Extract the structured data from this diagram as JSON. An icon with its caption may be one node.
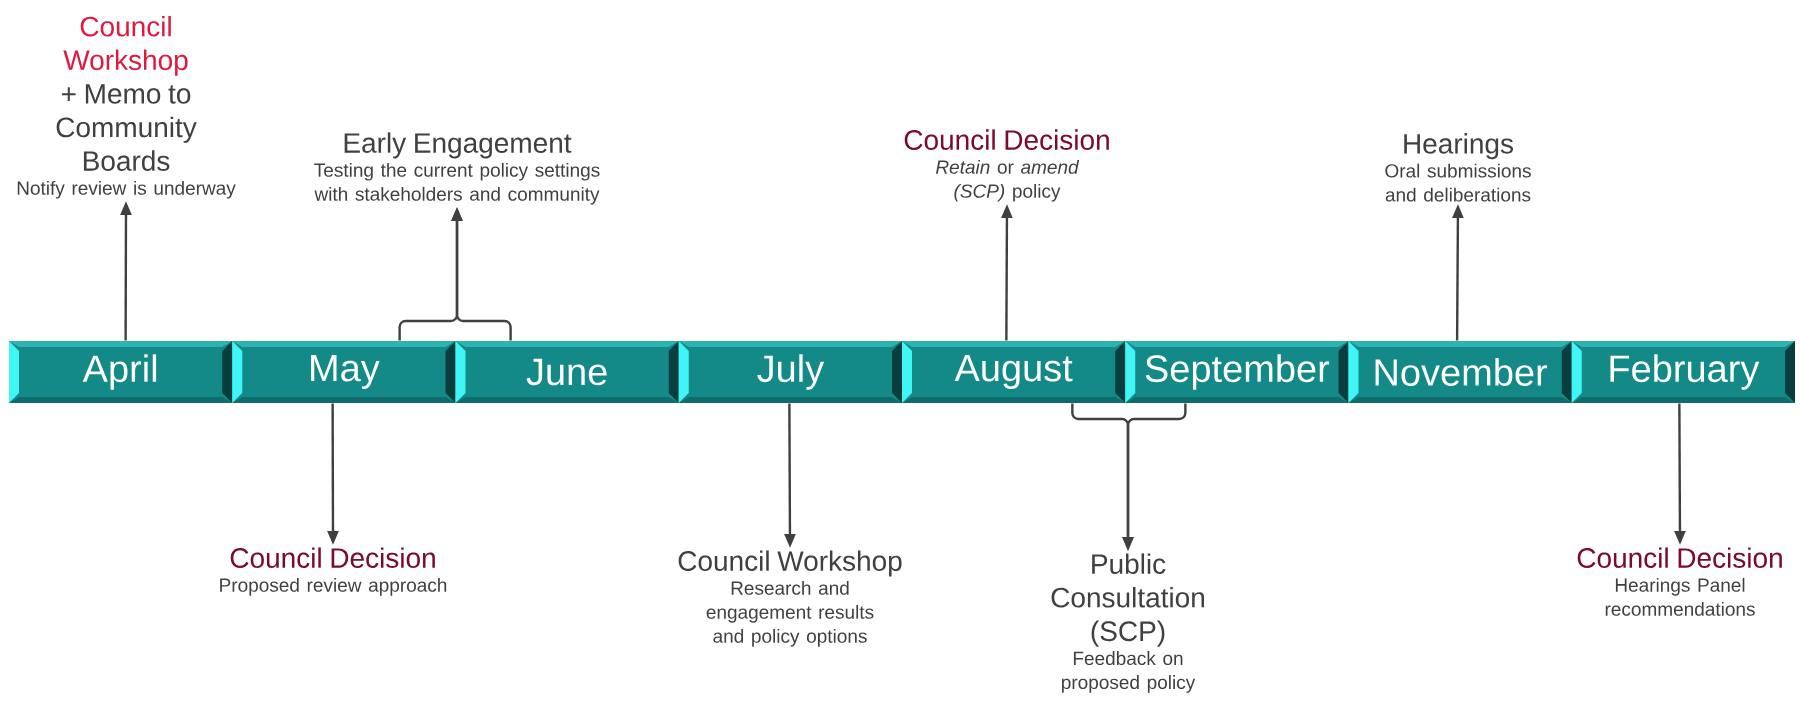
{
  "diagram": {
    "nodes": [
      {
        "text": [
          "April"
        ]
      },
      {
        "text": [
          "May"
        ]
      },
      {
        "text": [
          "June"
        ]
      },
      {
        "text": [
          "July"
        ]
      },
      {
        "text": [
          "August"
        ]
      },
      {
        "text": [
          "September"
        ]
      },
      {
        "text": [
          "November"
        ]
      },
      {
        "text": [
          "February"
        ]
      },
      {
        "text": [
          "Council Workshop",
          "+ Memo to Community Boards",
          "Notify review is underway"
        ]
      },
      {
        "text": [
          "Early Engagement",
          "Testing the current policy settings with stakeholders and community"
        ]
      },
      {
        "text": [
          "Council Decision",
          "*Retain* or *amend* *(SCP)* policy"
        ]
      },
      {
        "text": [
          "Hearings",
          "Oral submissions and deliberations"
        ]
      },
      {
        "text": [
          "Council Decision",
          "Proposed review approach"
        ]
      },
      {
        "text": [
          "Council Workshop",
          "Research and engagement results and policy options"
        ]
      },
      {
        "text": [
          "Public Consultation (SCP)",
          "Feedback on proposed policy"
        ]
      },
      {
        "text": [
          "Council Decision",
          "Hearings Panel recommendations"
        ]
      }
    ],
    "edges": [
      {
        "from": 0,
        "to": 8,
        "arrow": "to"
      },
      {
        "from": 1,
        "to": 9,
        "arrow": "to"
      },
      {
        "from": 2,
        "to": 9,
        "arrow": "to"
      },
      {
        "from": 4,
        "to": 10,
        "arrow": "to"
      },
      {
        "from": 6,
        "to": 11,
        "arrow": "to"
      },
      {
        "from": 1,
        "to": 12,
        "arrow": "to"
      },
      {
        "from": 3,
        "to": 13,
        "arrow": "to"
      },
      {
        "from": 4,
        "to": 14,
        "arrow": "to"
      },
      {
        "from": 5,
        "to": 14,
        "arrow": "to"
      },
      {
        "from": 7,
        "to": 15,
        "arrow": "to"
      }
    ]
  }
}
